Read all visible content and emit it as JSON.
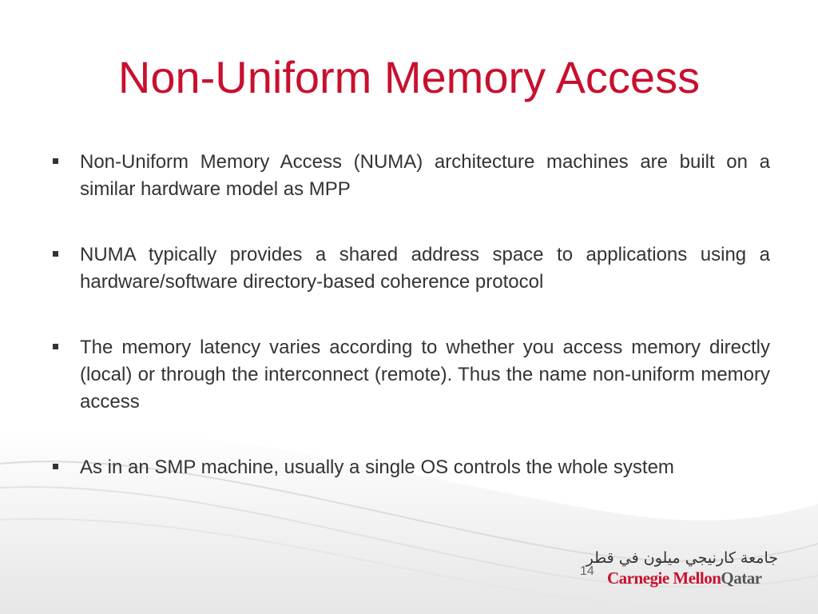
{
  "slide": {
    "title": "Non-Uniform Memory Access",
    "bullets": [
      "Non-Uniform Memory Access (NUMA) architecture machines are built on a similar hardware model as MPP",
      "NUMA typically provides a shared address space to applications using a hardware/software directory-based coherence protocol",
      "The memory latency varies according to whether you access memory directly (local) or through the interconnect (remote). Thus the name non-uniform memory access",
      "As in an SMP machine, usually a single OS controls the whole system"
    ],
    "page_number": "14"
  },
  "logo": {
    "arabic": "جامعة كارنيجي ميلون في قطر",
    "english_primary": "Carnegie Mellon",
    "english_secondary": "Qatar"
  },
  "colors": {
    "title": "#c8102e",
    "body_text": "#333333",
    "logo_red": "#c8102e"
  }
}
